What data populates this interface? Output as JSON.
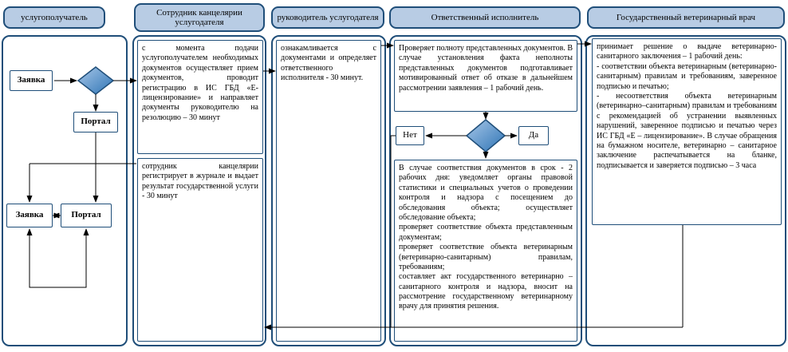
{
  "colors": {
    "lane_border": "#1f4e79",
    "header_fill": "#b8cce4",
    "diamond_light": "#a8c7e8",
    "diamond_dark": "#2e74b5",
    "connector": "#000000"
  },
  "lanes": [
    {
      "header": "услугополучатель"
    },
    {
      "header": "Сотрудник канцелярии услугодателя"
    },
    {
      "header": "руководитель услугодателя"
    },
    {
      "header": "Ответственный исполнитель"
    },
    {
      "header": "Государственный ветеринарный врач"
    }
  ],
  "nodes": {
    "request_top": {
      "label": "Заявка"
    },
    "portal_top": {
      "label": "Портал"
    },
    "request_bottom": {
      "label": "Заявка"
    },
    "portal_bottom": {
      "label": "Портал"
    },
    "office_intake": {
      "text": "с момента подачи услугополучателем необходимых документов осуществляет прием документов, проводит регистрацию в ИС ГБД «Е-лицензирование» и направляет документы руководителю на резолюцию – 30 минут"
    },
    "office_issue": {
      "text": "сотрудник канцелярии регистрирует в журнале и выдает результат государственной услуги - 30 минут"
    },
    "head_review": {
      "text": "ознакамливается с документами и определяет ответственного исполнителя - 30 минут."
    },
    "executor_check": {
      "text": "Проверяет полноту представленных документов. В случае установления факта неполноты представленных документов подготавливает мотивированный ответ об отказе в дальнейшем рассмотрении заявления – 1 рабочий день."
    },
    "no_label": {
      "label": "Нет"
    },
    "yes_label": {
      "label": "Да"
    },
    "executor_inspect": {
      "text": "В случае соответствия документов в срок - 2 рабочих дня: уведомляет органы правовой статистики и специальных учетов о проведении контроля и надзора с посещением до обследования объекта; осуществляет обследование объекта;\nпроверяет соответствие объекта представленным документам;\nпроверяет соответствие объекта ветеринарным (ветеринарно-санитарным) правилам, требованиям;\nсоставляет акт государственного ветеринарно – санитарного контроля и надзора, вносит на рассмотрение государственному ветеринарному врачу для принятия решения."
    },
    "vet_decision": {
      "text": "принимает решение о выдаче ветеринарно-санитарного заключения – 1 рабочий день:\n- соответствии объекта ветеринарным (ветеринарно-санитарным) правилам и требованиям, заверенное подписью и печатью;\n- несоответствия объекта ветеринарным (ветеринарно–санитарным) правилам и требованиям с рекомендацией об устранении выявленных нарушений, заверенное подписью и печатью через ИС ГБД «Е – лицензирование». В случае обращения на бумажном носителе, ветеринарно – санитарное заключение распечатывается на бланке, подписывается и заверяется подписью – 3 часа"
    }
  }
}
